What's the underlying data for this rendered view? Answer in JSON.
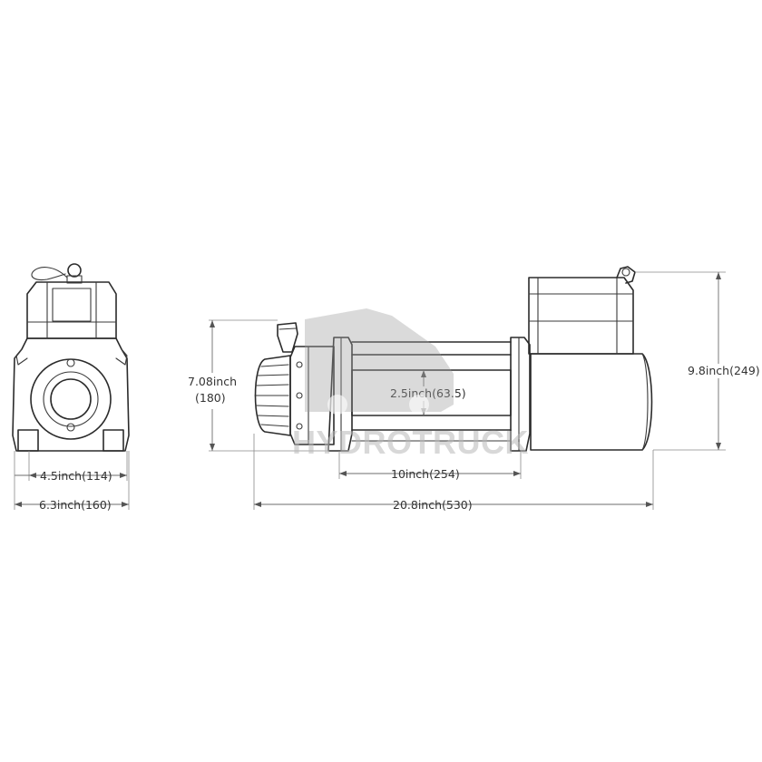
{
  "watermark": {
    "text": "HYDROTRUCK"
  },
  "dimensions": {
    "front_inner_width": "4.5inch(114)",
    "front_outer_width": "6.3inch(160)",
    "drum_height_line1": "7.08inch",
    "drum_height_line2": "(180)",
    "drum_diameter": "2.5inch(63.5)",
    "bolt_spacing": "10inch(254)",
    "overall_length": "20.8inch(530)",
    "overall_height": "9.8inch(249)"
  },
  "icons": {
    "watermark_logo": "truck-logo-icon"
  }
}
